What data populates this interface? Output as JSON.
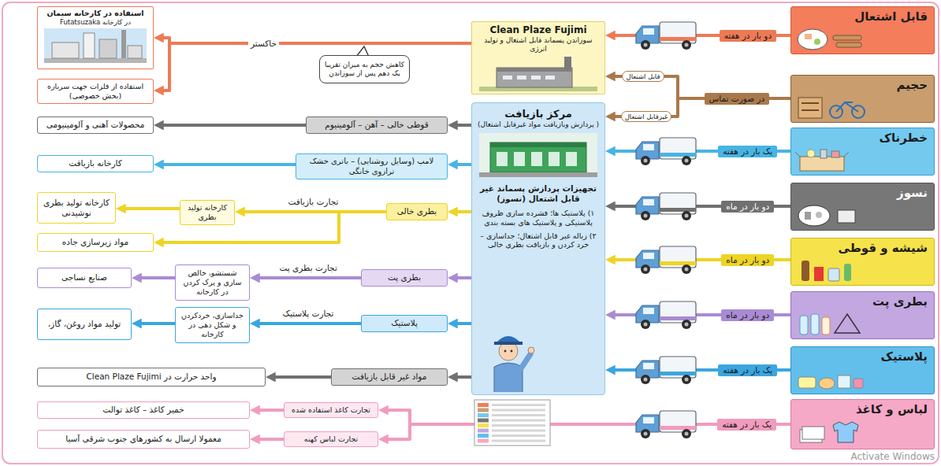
{
  "diagram": {
    "nodes": [
      {
        "text": [
          "قابل اشتعال"
        ]
      },
      {
        "text": [
          "حجیم"
        ]
      },
      {
        "text": [
          "خطرناک"
        ]
      },
      {
        "text": [
          "نسوز"
        ]
      },
      {
        "text": [
          "شیشه و قوطی"
        ]
      },
      {
        "text": [
          "بطری پت"
        ]
      },
      {
        "text": [
          "پلاستیک"
        ]
      },
      {
        "text": [
          "لباس و کاغذ"
        ]
      },
      {
        "text": [
          "Clean Plaze Fujimi",
          "سوزاندن پسماند قابل اشتعال و تولید انرژی"
        ]
      },
      {
        "text": [
          "مرکز بازیافت",
          "( پردازش وبازیافت مواد غیرقابل اشتعال)",
          "تجهیزات پردازش پسماند غیر قابل اشتعال (نسوز)",
          "۱) پلاستیک ها؛ فشرده سازی ظروف پلاستیکی و پلاستیک های بسته بندی",
          "۲) زباله غیر قابل اشتعال؛ جداسازی – خرد کردن و بازیافت بطری خالی"
        ]
      },
      {
        "text": [
          "کاهش حجم به میزان تقریبا یک دهم پس از سوزاندن"
        ]
      },
      {
        "text": [
          "استفاده در کارخانه سیمان",
          "در کارخانه Futatsuzaka"
        ]
      },
      {
        "text": [
          "استفاده از فلزات جهت سرباره (بخش خصوصی)"
        ]
      },
      {
        "text": [
          "قوطی خالی – آهن – آلومینیوم"
        ]
      },
      {
        "text": [
          "محصولات آهنی و آلومینیومی"
        ]
      },
      {
        "text": [
          "لامپ (وسایل روشنایی) – باتری خشک ترازوی خانگی"
        ]
      },
      {
        "text": [
          "کارخانه بازیافت"
        ]
      },
      {
        "text": [
          "بطری خالی"
        ]
      },
      {
        "text": [
          "کارخانه تولید بطری"
        ]
      },
      {
        "text": [
          "کارخانه تولید بطری نوشیدنی"
        ]
      },
      {
        "text": [
          "مواد زیرسازی جاده"
        ]
      },
      {
        "text": [
          "بطری پت"
        ]
      },
      {
        "text": [
          "شستشو، خالص سازی و پرک کردن در کارخانه"
        ]
      },
      {
        "text": [
          "صنایع نساجی"
        ]
      },
      {
        "text": [
          "پلاستیک"
        ]
      },
      {
        "text": [
          "جداسازی، خردکردن و شکل دهی در کارخانه"
        ]
      },
      {
        "text": [
          "تولید مواد روغن، گاز،"
        ]
      },
      {
        "text": [
          "مواد غیر قابل بازیافت"
        ]
      },
      {
        "text": [
          "واحد حرارت در Clean Plaze Fujimi"
        ]
      },
      {
        "text": [
          "تجارت کاغذ استفاده شده"
        ]
      },
      {
        "text": [
          "خمیر کاغذ – کاغذ توالت"
        ]
      },
      {
        "text": [
          "تجارت لباس کهنه"
        ]
      },
      {
        "text": [
          "معمولا ارسال به کشورهای جنوب شرقی آسیا"
        ]
      }
    ],
    "edges": [
      {
        "from": 0,
        "to": 8,
        "label": "دو بار در هفته",
        "arrow": "to"
      },
      {
        "from": 1,
        "to": 8,
        "label": "قابل اشتعال",
        "arrow": "to"
      },
      {
        "from": 1,
        "to": 9,
        "label": "غیرقابل اشتعال",
        "arrow": "to"
      },
      {
        "from": 2,
        "to": 9,
        "label": "یک بار در هفته",
        "arrow": "to"
      },
      {
        "from": 3,
        "to": 9,
        "label": "دو بار در ماه",
        "arrow": "to"
      },
      {
        "from": 4,
        "to": 9,
        "label": "دو بار در ماه",
        "arrow": "to"
      },
      {
        "from": 5,
        "to": 9,
        "label": "دو بار در ماه",
        "arrow": "to"
      },
      {
        "from": 6,
        "to": 9,
        "label": "یک بار در هفته",
        "arrow": "to"
      },
      {
        "from": 7,
        "to": 29,
        "label": "یک بار در هفته",
        "arrow": "to"
      },
      {
        "from": 7,
        "to": 31,
        "arrow": "to"
      },
      {
        "from": 8,
        "to": 11,
        "label": "خاکستر",
        "arrow": "to"
      },
      {
        "from": 8,
        "to": 12,
        "arrow": "to"
      },
      {
        "from": 9,
        "to": 13,
        "arrow": "to"
      },
      {
        "from": 13,
        "to": 14,
        "arrow": "to"
      },
      {
        "from": 9,
        "to": 15,
        "arrow": "to"
      },
      {
        "from": 15,
        "to": 16,
        "arrow": "to"
      },
      {
        "from": 9,
        "to": 17,
        "arrow": "to"
      },
      {
        "from": 17,
        "to": 18,
        "label": "تجارت بازیافت",
        "arrow": "to"
      },
      {
        "from": 18,
        "to": 19,
        "arrow": "to"
      },
      {
        "from": 17,
        "to": 20,
        "arrow": "to"
      },
      {
        "from": 9,
        "to": 21,
        "arrow": "to"
      },
      {
        "from": 21,
        "to": 22,
        "label": "تجارت بطری پت",
        "arrow": "to"
      },
      {
        "from": 22,
        "to": 23,
        "arrow": "to"
      },
      {
        "from": 9,
        "to": 24,
        "arrow": "to"
      },
      {
        "from": 24,
        "to": 25,
        "label": "تجارت پلاستیک",
        "arrow": "to"
      },
      {
        "from": 25,
        "to": 26,
        "arrow": "to"
      },
      {
        "from": 9,
        "to": 27,
        "arrow": "to"
      },
      {
        "from": 27,
        "to": 28,
        "arrow": "to"
      },
      {
        "from": 29,
        "to": 30,
        "arrow": "to"
      },
      {
        "from": 31,
        "to": 32,
        "arrow": "to"
      }
    ],
    "labels": [
      "در صورت تماس",
      "Activate Windows"
    ]
  }
}
